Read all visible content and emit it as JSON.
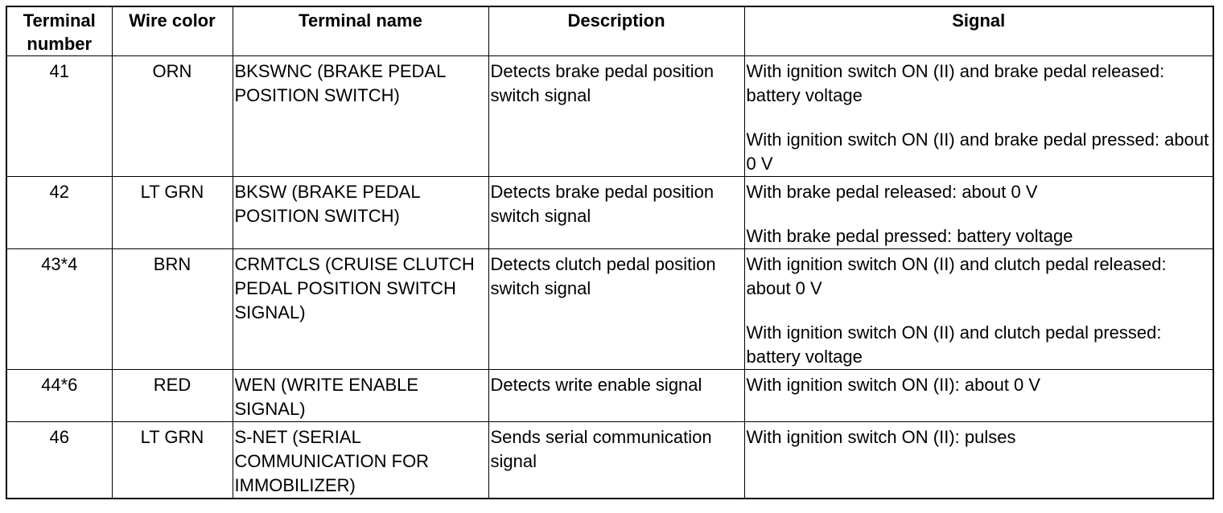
{
  "headers": {
    "terminal_number": "Terminal number",
    "wire_color": "Wire color",
    "terminal_name": "Terminal name",
    "description": "Description",
    "signal": "Signal"
  },
  "rows": [
    {
      "number": "41",
      "wire_color": "ORN",
      "name": "BKSWNC (BRAKE PEDAL POSITION SWITCH)",
      "description": "Detects brake pedal position switch signal",
      "signals": [
        "With ignition switch ON (II) and brake pedal released: battery voltage",
        "With ignition switch ON (II) and brake pedal pressed: about 0 V"
      ]
    },
    {
      "number": "42",
      "wire_color": "LT GRN",
      "name": "BKSW (BRAKE PEDAL POSITION SWITCH)",
      "description": "Detects brake pedal position switch signal",
      "signals": [
        "With brake pedal released: about 0 V",
        "With brake pedal pressed: battery voltage"
      ]
    },
    {
      "number": "43*4",
      "wire_color": "BRN",
      "name": "CRMTCLS (CRUISE CLUTCH PEDAL POSITION SWITCH SIGNAL)",
      "description": "Detects clutch pedal position switch signal",
      "signals": [
        "With ignition switch ON (II) and clutch pedal released: about 0 V",
        "With ignition switch ON (II) and clutch pedal pressed: battery voltage"
      ]
    },
    {
      "number": "44*6",
      "wire_color": "RED",
      "name": "WEN (WRITE ENABLE SIGNAL)",
      "description": "Detects write enable signal",
      "signals": [
        "With ignition switch ON (II): about 0 V"
      ]
    },
    {
      "number": "46",
      "wire_color": "LT GRN",
      "name": "S-NET (SERIAL COMMUNICATION FOR IMMOBILIZER)",
      "description": "Sends serial communication signal",
      "signals": [
        "With ignition switch ON (II): pulses"
      ]
    }
  ]
}
